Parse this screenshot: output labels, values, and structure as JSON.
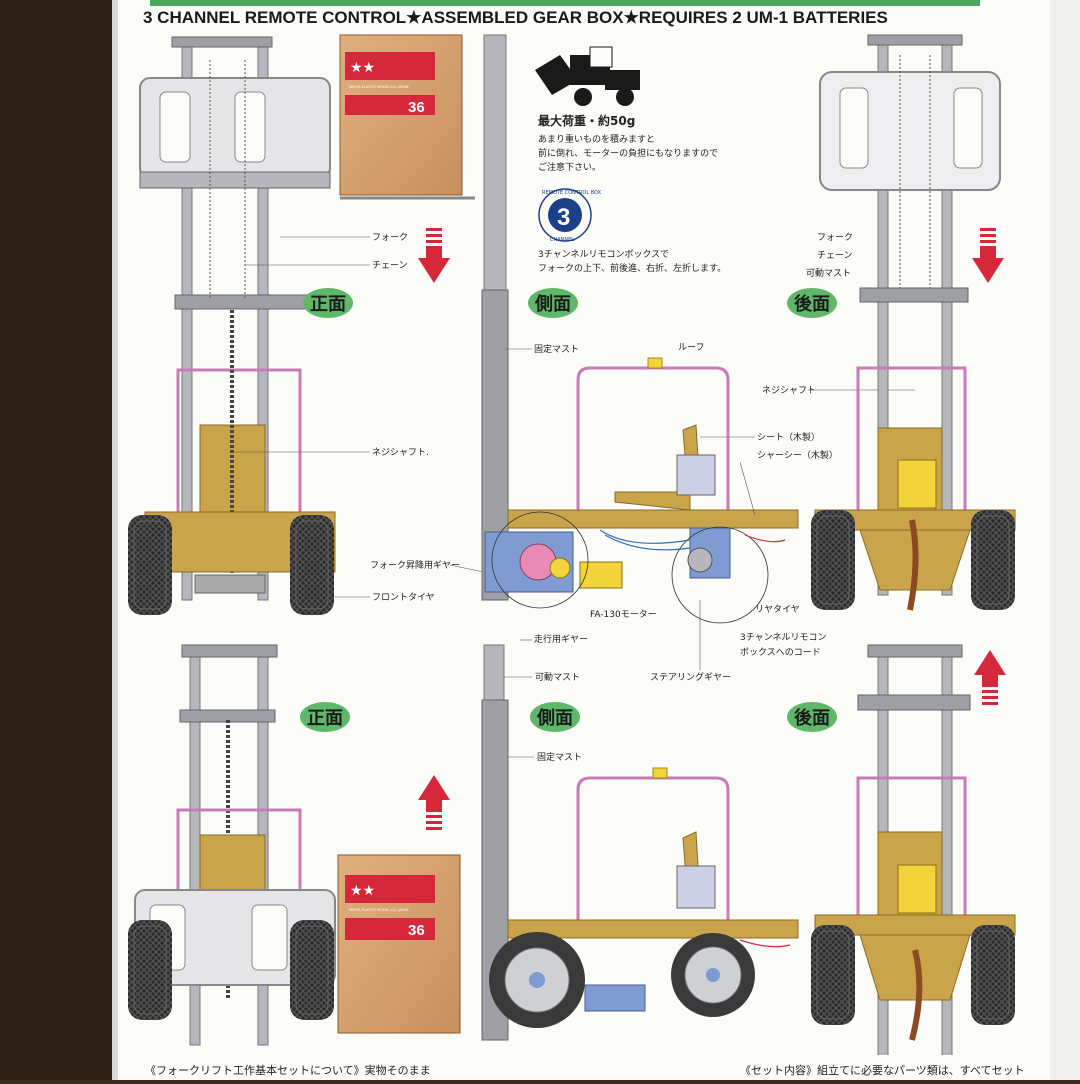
{
  "header": {
    "title": "3 CHANNEL REMOTE CONTROL★ASSEMBLED GEAR BOX★REQUIRES 2 UM-1 BATTERIES"
  },
  "views": {
    "front": "正面",
    "side": "側面",
    "rear": "後面"
  },
  "box_number": "36",
  "box_brand": "TAMIYA PLASTIC MODEL CO. JAPAN",
  "load_info": {
    "title": "最大荷重・約50g",
    "lines": [
      "あまり重いものを積みますと",
      "前に倒れ、モーターの負担にもなりますので",
      "ご注意下さい。"
    ]
  },
  "badge": {
    "number": "3",
    "ring_top": "REMOTE CONTROL BOX",
    "ring_bottom": "CHANNEL"
  },
  "rc_info": {
    "lines": [
      "3チャンネルリモコンボックスで",
      "フォークの上下、前後進、右折、左折します。"
    ]
  },
  "labels": {
    "fork": "フォーク",
    "chain": "チェーン",
    "movable_mast": "可動マスト",
    "fixed_mast": "固定マスト",
    "roof": "ルーフ",
    "screw_shaft": "ネジシャフト",
    "screw_shaft_dot": "ネジシャフト.",
    "seat": "シート（木製）",
    "chassis": "シャーシー（木製）",
    "fork_lift_gear": "フォーク昇降用ギヤー",
    "front_tire": "フロントタイヤ",
    "motor": "FA-130モーター",
    "rear_tire": "リヤタイヤ",
    "drive_gear": "走行用ギヤー",
    "cord_1": "3チャンネルリモコン",
    "cord_2": "ボックスへのコード",
    "steering_gear": "ステアリングギヤー"
  },
  "footer": {
    "left": "《フォークリフト工作基本セットについて》実物そのまま",
    "right": "《セット内容》組立てに必要なパーツ類は、すべてセット"
  },
  "colors": {
    "mast": "#b6b6bc",
    "chassis": "#c9a44a",
    "pipe": "#c97bb8",
    "arrow": "#d6283a",
    "badge_green": "#5fb86a",
    "cardboard": "#d9a67a"
  }
}
